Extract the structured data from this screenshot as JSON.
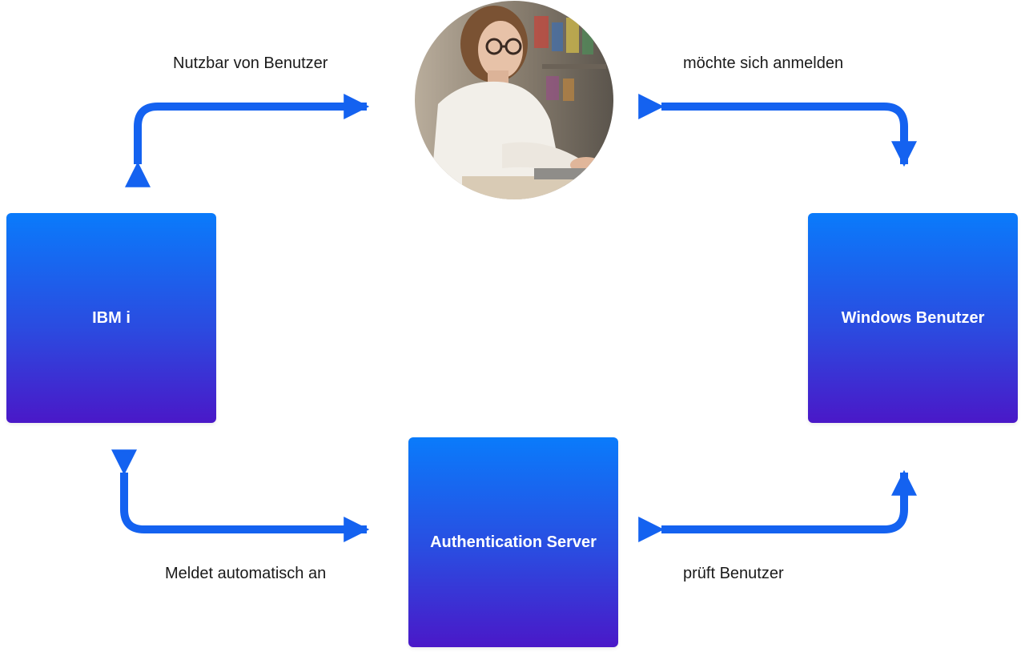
{
  "labels": {
    "top_left": "Nutzbar von Benutzer",
    "top_right": "möchte sich anmelden",
    "bottom_left": "Meldet automatisch an",
    "bottom_right": "prüft Benutzer"
  },
  "boxes": {
    "ibm": "IBM i",
    "windows": "Windows Benutzer",
    "auth": "Authentication Server"
  },
  "colors": {
    "arrow": "#1462f0",
    "box_top": "#0a7bfb",
    "box_bottom": "#4a18c8"
  },
  "icons": {
    "user": "user-photo"
  }
}
